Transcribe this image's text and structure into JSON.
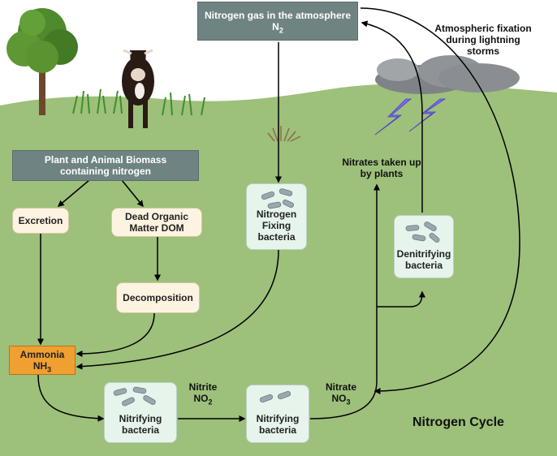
{
  "diagram": {
    "title": "Nitrogen Cycle",
    "atmosphere": {
      "line1": "Nitrogen gas in the atmosphere",
      "formula": "N",
      "sub": "2"
    },
    "lightning_label": {
      "line1": "Atmospheric fixation",
      "line2": "during lightning",
      "line3": "storms"
    },
    "biomass": {
      "line1": "Plant and Animal Biomass",
      "line2": "containing nitrogen"
    },
    "excretion": "Excretion",
    "dead_organic": {
      "line1": "Dead Organic",
      "line2": "Matter DOM"
    },
    "decomposition": "Decomposition",
    "ammonia": {
      "line1": "Ammonia",
      "formula": "NH",
      "sub": "3"
    },
    "nitrogen_fixing": {
      "line1": "Nitrogen",
      "line2": "Fixing",
      "line3": "bacteria"
    },
    "nitrifying_1": {
      "line1": "Nitrifying",
      "line2": "bacteria"
    },
    "nitrifying_2": {
      "line1": "Nitrifying",
      "line2": "bacteria"
    },
    "denitrifying": {
      "line1": "Denitrifying",
      "line2": "bacteria"
    },
    "nitrite": {
      "line1": "Nitrite",
      "formula": "NO",
      "sub": "2"
    },
    "nitrate": {
      "line1": "Nitrate",
      "formula": "NO",
      "sub": "3"
    },
    "nitrates_taken": {
      "line1": "Nitrates taken up",
      "line2": "by plants"
    }
  },
  "colors": {
    "grass": "#9dc07b",
    "gray_box": "#6f8383",
    "cream_box": "#fdf3e1",
    "ammonia_box": "#f0a030",
    "bacteria_box": "#e6f4ec",
    "lightning": "#7b6cf0"
  }
}
